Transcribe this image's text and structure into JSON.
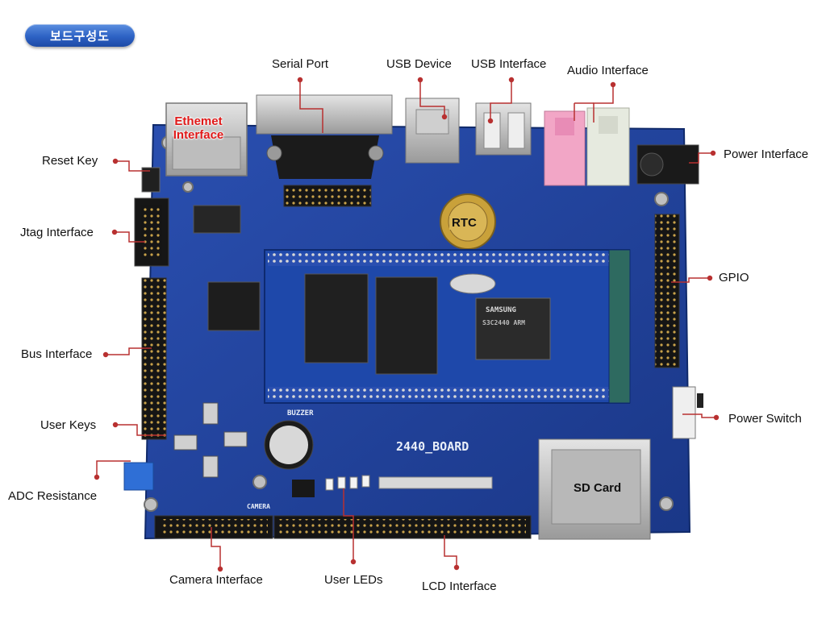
{
  "title": "보드구성도",
  "labels": {
    "serial_port": "Serial Port",
    "usb_device": "USB Device",
    "usb_interface": "USB Interface",
    "audio_interface": "Audio Interface",
    "power_interface": "Power Interface",
    "reset_key": "Reset Key",
    "jtag_interface": "Jtag Interface",
    "gpio": "GPIO",
    "bus_interface": "Bus Interface",
    "user_keys": "User Keys",
    "power_switch": "Power Switch",
    "adc_resistance": "ADC Resistance",
    "camera_interface": "Camera Interface",
    "user_leds": "User LEDs",
    "lcd_interface": "LCD Interface"
  },
  "board": {
    "ethernet_label": "Ethemet Interface",
    "rtc_label": "RTC",
    "sd_card_label": "SD Card",
    "board_name": "2440_BOARD",
    "buzzer": "BUZZER",
    "camera_silk": "CAMERA",
    "chip_brand": "SAMSUNG",
    "chip_text": "S3C2440 ARM"
  },
  "colors": {
    "board": "#1f3f9c",
    "leader": "#b83030",
    "title_pill": "#2d62c4",
    "ethernet_text": "#e01818"
  }
}
